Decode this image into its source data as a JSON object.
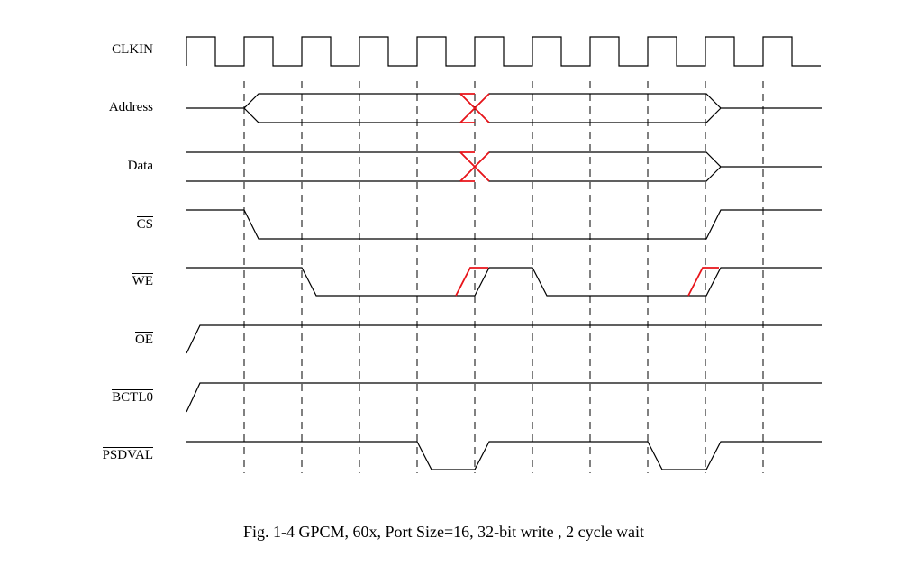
{
  "signals": [
    {
      "id": "clkin",
      "label": "CLKIN",
      "overbar": false
    },
    {
      "id": "address",
      "label": "Address",
      "overbar": false
    },
    {
      "id": "data",
      "label": "Data",
      "overbar": false
    },
    {
      "id": "cs",
      "label": "CS",
      "overbar": true
    },
    {
      "id": "we",
      "label": "WE",
      "overbar": true
    },
    {
      "id": "oe",
      "label": "OE",
      "overbar": true
    },
    {
      "id": "bctl0",
      "label": "BCTL0",
      "overbar": true
    },
    {
      "id": "psdval",
      "label": "PSDVAL",
      "overbar": true
    }
  ],
  "caption": "Fig. 1-4  GPCM, 60x, Port Size=16, 32-bit write , 2 cycle wait",
  "colors": {
    "line": "#000000",
    "highlight": "#e8141a"
  }
}
